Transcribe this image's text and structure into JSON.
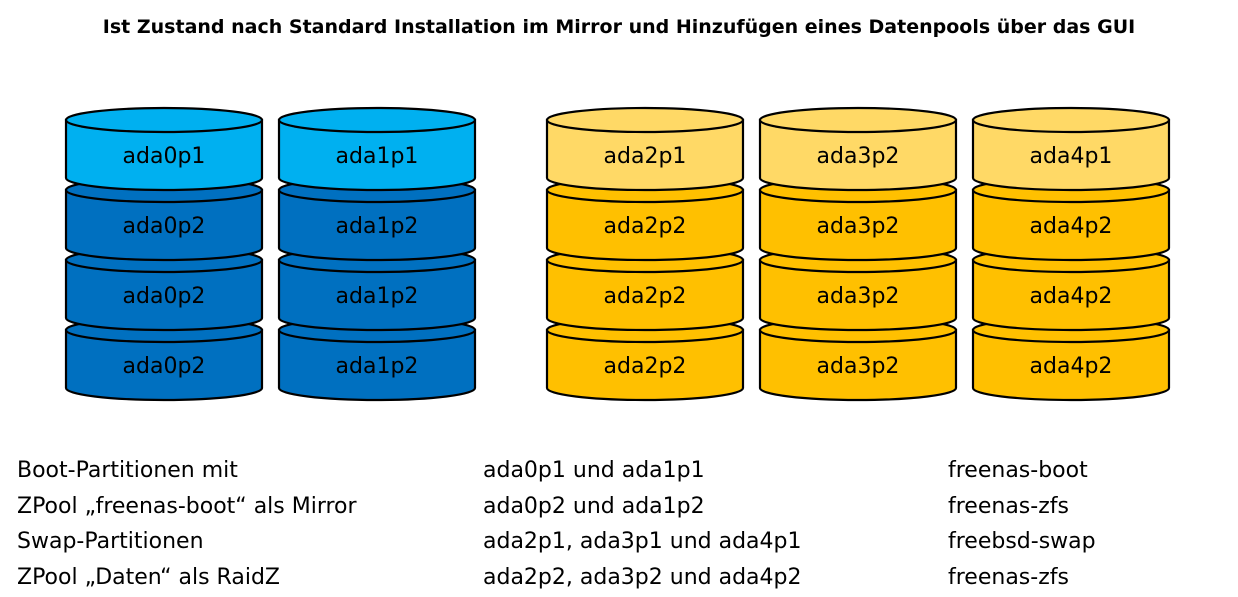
{
  "title": "Ist Zustand nach Standard Installation im Mirror und Hinzufügen eines Datenpools über das GUI",
  "colors": {
    "blue_light": "#00b0f0",
    "blue_dark": "#0070c0",
    "yellow_light": "#ffd966",
    "yellow": "#ffc000",
    "outline": "#000000"
  },
  "disks": [
    {
      "id": "disk-ada0",
      "scheme": "blue",
      "partitions": [
        "ada0p1",
        "ada0p2",
        "ada0p2",
        "ada0p2"
      ]
    },
    {
      "id": "disk-ada1",
      "scheme": "blue",
      "partitions": [
        "ada1p1",
        "ada1p2",
        "ada1p2",
        "ada1p2"
      ]
    },
    {
      "id": "disk-ada2",
      "scheme": "yellow",
      "partitions": [
        "ada2p1",
        "ada2p2",
        "ada2p2",
        "ada2p2"
      ]
    },
    {
      "id": "disk-ada3",
      "scheme": "yellow",
      "partitions": [
        "ada3p2",
        "ada3p2",
        "ada3p2",
        "ada3p2"
      ]
    },
    {
      "id": "disk-ada4",
      "scheme": "yellow",
      "partitions": [
        "ada4p1",
        "ada4p2",
        "ada4p2",
        "ada4p2"
      ]
    }
  ],
  "legend": {
    "descriptions": [
      "Boot-Partitionen mit",
      "ZPool „freenas-boot“ als Mirror",
      "Swap-Partitionen",
      "ZPool „Daten“ als RaidZ"
    ],
    "partitions": [
      "ada0p1 und ada1p1",
      "ada0p2 und ada1p2",
      "ada2p1, ada3p1 und ada4p1",
      "ada2p2, ada3p2 und ada4p2"
    ],
    "types": [
      "freenas-boot",
      "freenas-zfs",
      "freebsd-swap",
      "freenas-zfs"
    ]
  }
}
